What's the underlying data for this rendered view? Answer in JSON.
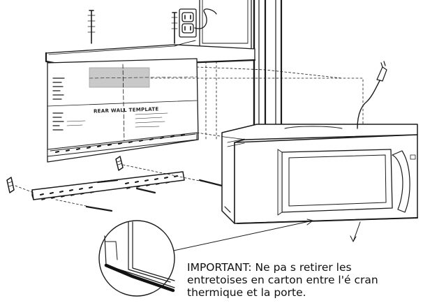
{
  "diagram": {
    "template_label": "REAR WALL TEMPLATE",
    "note_lines": [
      "IMPORTANT: Ne pa s retirer les",
      "entretoises en carton entre l'é cran",
      "thermique et la porte."
    ]
  }
}
